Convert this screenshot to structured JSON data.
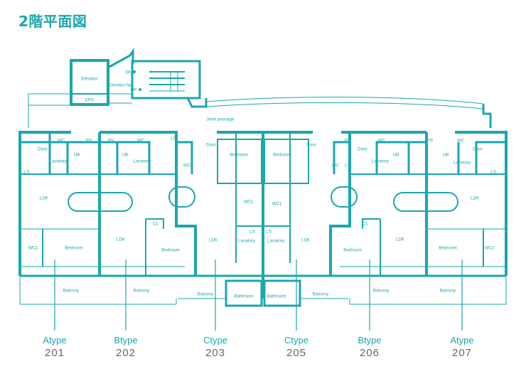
{
  "title": "2階平面図",
  "colors": {
    "wall": "#1aa7ae",
    "number": "#666666"
  },
  "rooms": {
    "elevator": "Elevator",
    "elevator_hall": "Elevator hall",
    "eps": "EPS",
    "dn": "DN",
    "up": "UP",
    "joint_passage": "Joint passage",
    "a201": {
      "wc": "WC",
      "ps": "PS",
      "door": "Door",
      "ub": "UB",
      "lavatory": "Lavatory",
      "ls": "LS",
      "ldk": "LDK",
      "wcl": "WCL",
      "bedroom": "Bedroom",
      "balcony": "Balcony"
    },
    "b202": {
      "ps": "PS",
      "ub": "UB",
      "wc": "WC",
      "lavatory": "Lavatory",
      "ldk": "LDK",
      "cl": "CL",
      "bedroom": "Bedroom",
      "balcony": "Balcony"
    },
    "c203": {
      "ls": "LS",
      "door": "Door",
      "wc": "WC",
      "bedroom": "Bedroom",
      "wcl": "WCL",
      "ls2": "LS",
      "lavatory": "Lavatory",
      "ldk": "LDK",
      "balcony": "Balcony",
      "bathroom": "Bathroom"
    },
    "c205": {
      "bedroom": "Bedroom",
      "wcl": "WCL",
      "ls": "LS",
      "lavatory": "Lavatory",
      "ldk": "LDK",
      "door": "Door",
      "wc": "WC",
      "ls2": "LS",
      "balcony": "Balcony",
      "bathroom": "Bathroom"
    },
    "b206": {
      "ps": "PS",
      "door": "Door",
      "wc": "WC",
      "ub": "UB",
      "lavatory": "Lavatory",
      "ldk": "LDK",
      "cl": "CL",
      "bedroom": "Bedroom",
      "balcony": "Balcony"
    },
    "a207": {
      "ps": "PS",
      "wc": "WC",
      "ub": "UB",
      "lavatory": "Lavatory",
      "door": "Door",
      "ls": "LS",
      "ldk": "LDK",
      "bedroom": "Bedroom",
      "wcl": "WCL",
      "balcony": "Balcony"
    }
  },
  "units": [
    {
      "type": "Atype",
      "number": "201"
    },
    {
      "type": "Btype",
      "number": "202"
    },
    {
      "type": "Ctype",
      "number": "203"
    },
    {
      "type": "Ctype",
      "number": "205"
    },
    {
      "type": "Btype",
      "number": "206"
    },
    {
      "type": "Atype",
      "number": "207"
    }
  ]
}
